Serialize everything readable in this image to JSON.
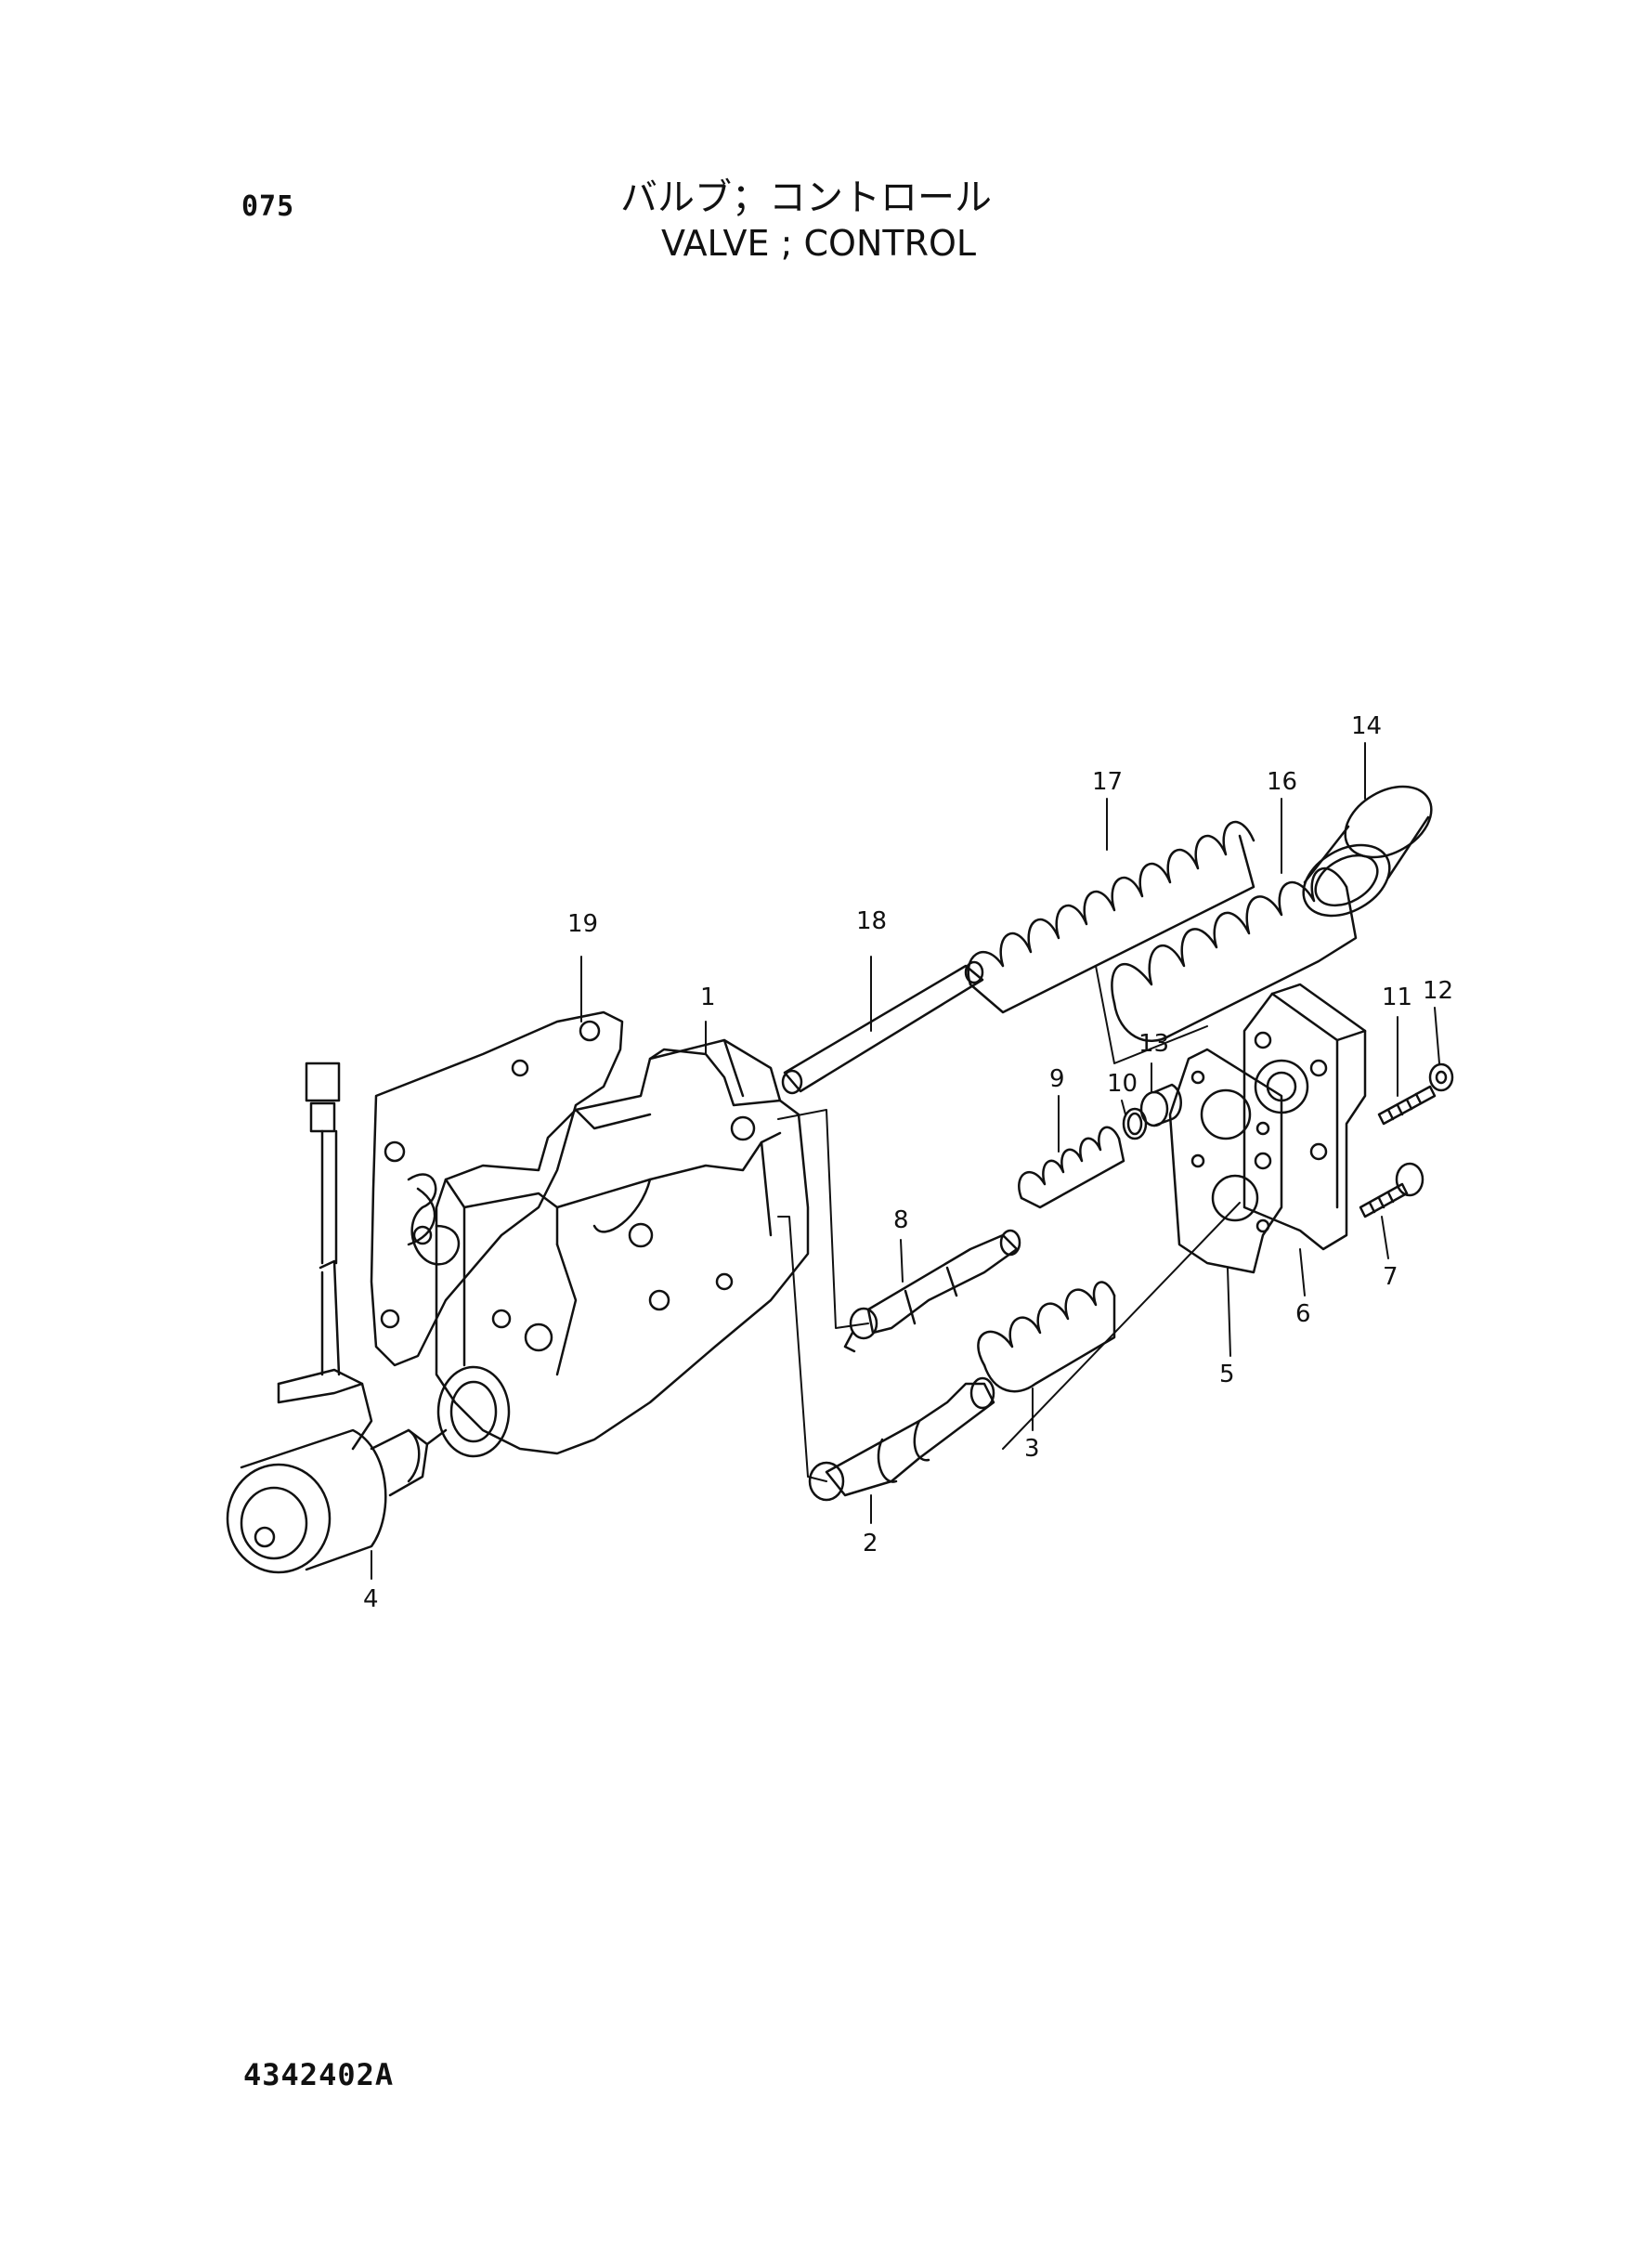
{
  "header": {
    "page_number": "075",
    "title_jp": "バルブ；コントロール",
    "title_en": "VALVE ; CONTROL"
  },
  "callouts": [
    {
      "id": "1",
      "label": "1"
    },
    {
      "id": "2",
      "label": "2"
    },
    {
      "id": "3",
      "label": "3"
    },
    {
      "id": "4",
      "label": "4"
    },
    {
      "id": "5",
      "label": "5"
    },
    {
      "id": "6",
      "label": "6"
    },
    {
      "id": "7",
      "label": "7"
    },
    {
      "id": "8",
      "label": "8"
    },
    {
      "id": "9",
      "label": "9"
    },
    {
      "id": "10",
      "label": "10"
    },
    {
      "id": "11",
      "label": "11"
    },
    {
      "id": "12",
      "label": "12"
    },
    {
      "id": "13",
      "label": "13"
    },
    {
      "id": "14",
      "label": "14"
    },
    {
      "id": "16",
      "label": "16"
    },
    {
      "id": "17",
      "label": "17"
    },
    {
      "id": "18",
      "label": "18"
    },
    {
      "id": "19",
      "label": "19"
    }
  ],
  "footer": {
    "document_id": "4342402A"
  }
}
